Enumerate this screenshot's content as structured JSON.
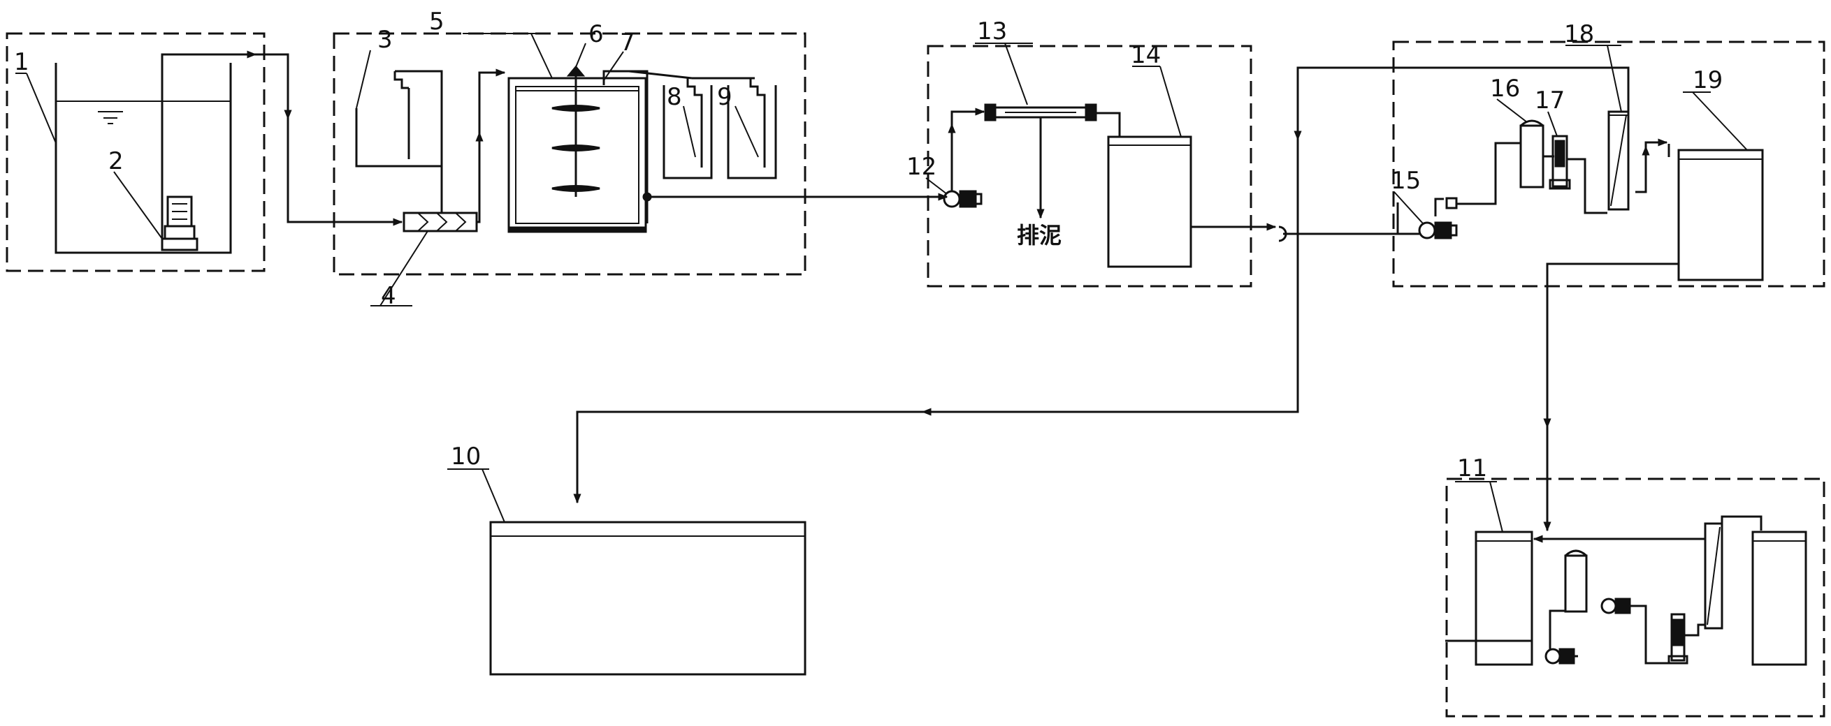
{
  "labels": {
    "l1": "1",
    "l2": "2",
    "l3": "3",
    "l4": "4",
    "l5": "5",
    "l6": "6",
    "l7": "7",
    "l8": "8",
    "l9": "9",
    "l10": "10",
    "l11": "11",
    "l12": "12",
    "l13": "13",
    "l14": "14",
    "l15": "15",
    "l16": "16",
    "l17": "17",
    "l18": "18",
    "l19": "19"
  },
  "sludge_discharge": "排泥",
  "colors": {
    "line": "#111111",
    "background": "#ffffff"
  }
}
